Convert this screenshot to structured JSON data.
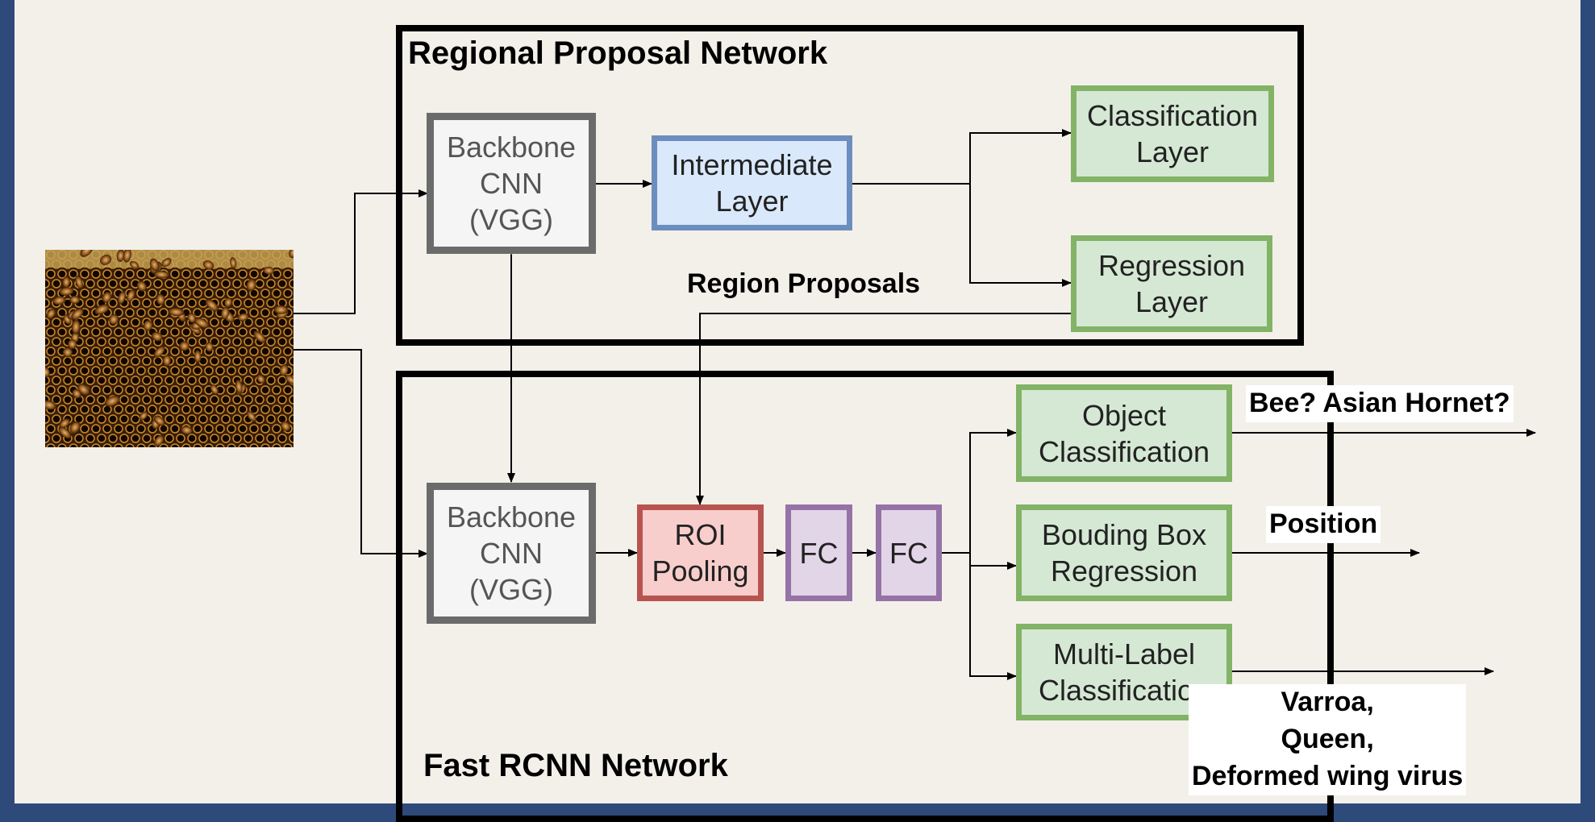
{
  "rpn": {
    "title": "Regional Proposal Network",
    "backbone": "Backbone\nCNN\n(VGG)",
    "intermediate": "Intermediate\nLayer",
    "classification": "Classification\nLayer",
    "regression": "Regression\nLayer",
    "region_proposals": "Region Proposals"
  },
  "fast_rcnn": {
    "title": "Fast RCNN Network",
    "backbone": "Backbone\nCNN\n(VGG)",
    "roi": "ROI\nPooling",
    "fc1": "FC",
    "fc2": "FC",
    "object_classification": "Object\nClassification",
    "bbox_regression": "Bouding Box\nRegression",
    "multilabel_classification": "Multi-Label\nClassification"
  },
  "outputs": {
    "object": "Bee? Asian Hornet?",
    "position": "Position",
    "multilabel": "Varroa,\nQueen,\nDeformed wing virus"
  },
  "colors": {
    "background": "#f3f0ea",
    "side_border": "#2e4a7a",
    "backbone_stroke": "#6b6b6b",
    "intermediate_fill": "#dae8fc",
    "head_fill": "#d5e8d4",
    "roi_fill": "#f8cecc",
    "fc_fill": "#e1d5e7"
  },
  "image": {
    "subject": "honeycomb-with-bees-photo"
  }
}
